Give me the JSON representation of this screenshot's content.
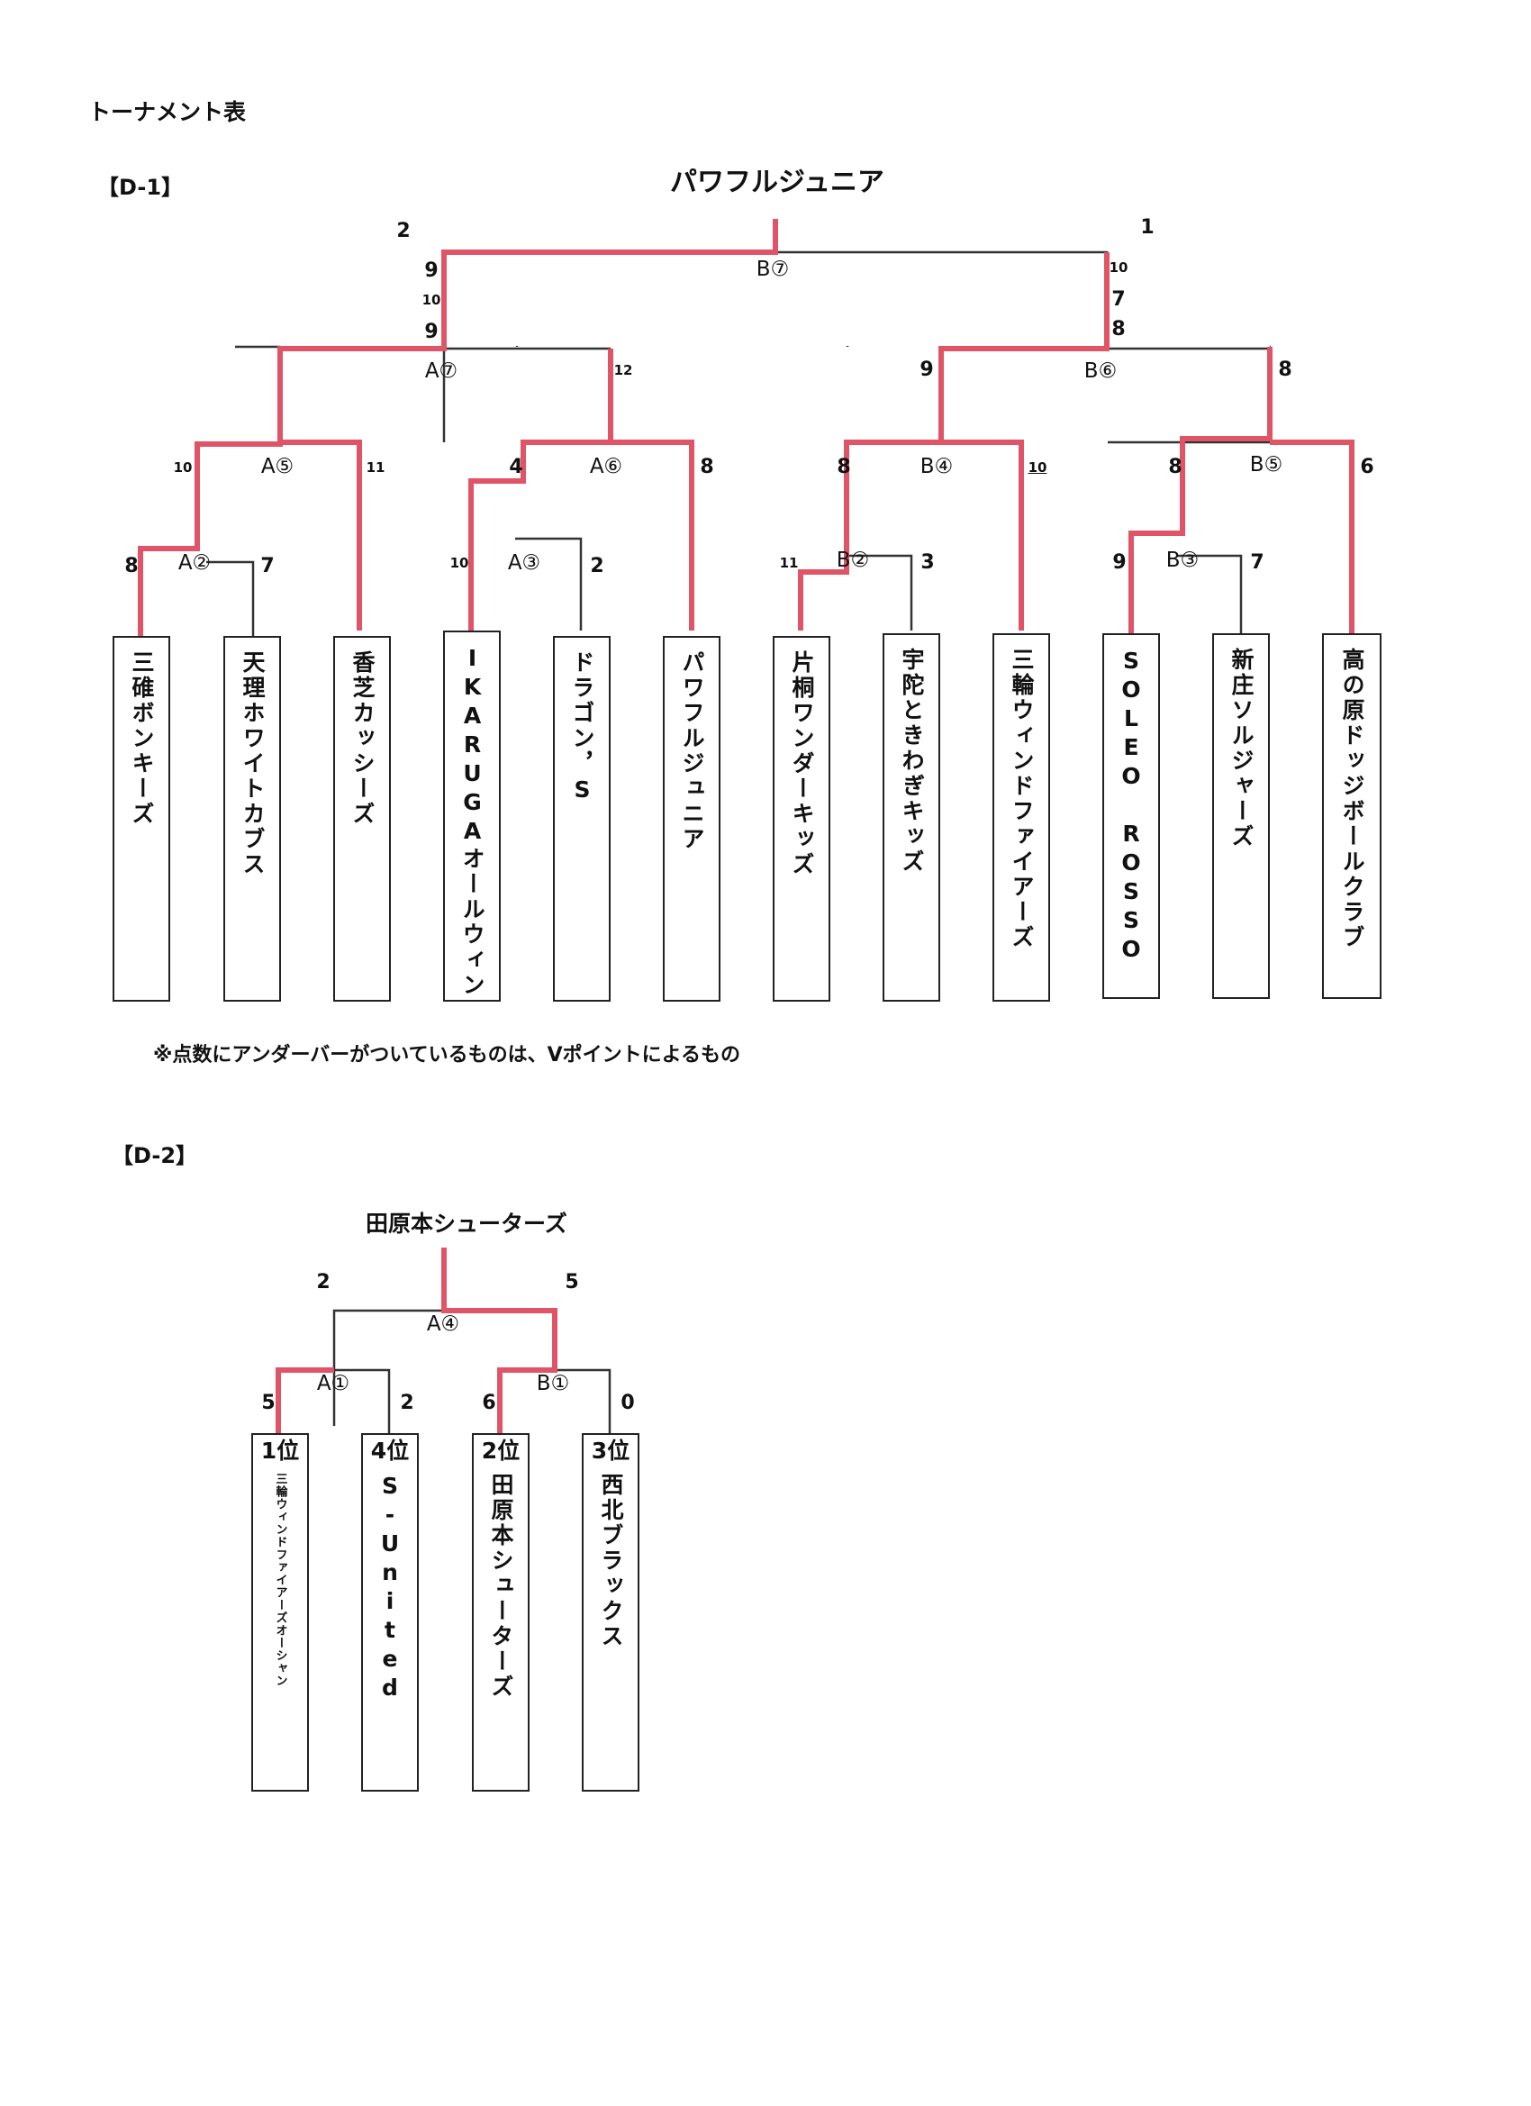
{
  "page_title": "トーナメント表",
  "d1": {
    "label": "【D-1】",
    "champion": "パワフルジュニア",
    "teams": [
      "三碓ボンキーズ",
      "天理ホワイトカブス",
      "香芝カッシーズ",
      "IKARUGAオールウィン",
      "ドラゴン，S",
      "パワフルジュニア",
      "片桐ワンダーキッズ",
      "宇陀ときわぎキッズ",
      "三輪ウィンドファイアーズ",
      "SOLEO ROSSO",
      "新庄ソルジャーズ",
      "高の原ドッジボールクラブ"
    ],
    "matches": [
      "A②",
      "A③",
      "B②",
      "B③",
      "A⑤",
      "A⑥",
      "B④",
      "B⑤",
      "A⑦",
      "B⑥",
      "B⑦"
    ],
    "scores": [
      "8",
      "7",
      "10",
      "2",
      "11",
      "3",
      "9",
      "7",
      "10",
      "11",
      "4",
      "8",
      "8",
      "10",
      "8",
      "6",
      "12",
      "9",
      "8",
      "2",
      "1",
      "9",
      "10",
      "9",
      "10",
      "7",
      "8"
    ]
  },
  "note": "※点数にアンダーバーがついているものは、Vポイントによるもの",
  "d2": {
    "label": "【D-2】",
    "champion": "田原本シューターズ",
    "teams": [
      "三輪ウィンドファイアーズオーシャン",
      "S-United",
      "田原本シューターズ",
      "西北ブラックス"
    ],
    "ranks": [
      "1位",
      "4位",
      "2位",
      "3位"
    ],
    "matches": [
      "A①",
      "B①",
      "A④"
    ],
    "scores": [
      "5",
      "2",
      "6",
      "0",
      "2",
      "5"
    ]
  },
  "colors": {
    "winner_line": "#e05468",
    "line": "#333333"
  }
}
